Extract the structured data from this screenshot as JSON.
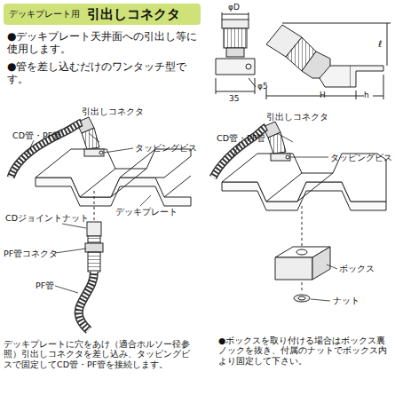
{
  "diagram": {
    "title": "引出しコネクタ",
    "labels": [
      "デッキプレート用",
      "●デッキプレート天井面への引出し等に使用します。",
      "●管を差し込むだけのワンタッチ型です。",
      "φD",
      "φ5",
      "35",
      "H",
      "h",
      "ℓ",
      "CD管・PF管",
      "引出しコネクタ",
      "タッピングビス",
      "デッキプレート",
      "CDジョイントナット",
      "PF管コネクタ",
      "PF管",
      "デッキプレートに穴をあけ（適合ホルソー径参照）引出しコネクタを差し込み、タッピングビスで固定してCD管・PF管を接続します。",
      "CD管・PF管",
      "引出しコネクタ",
      "タッピングビス",
      "ボックス",
      "ナット",
      "●ボックスを取り付ける場合はボックス裏ノックを抜き、付属のナットでボックス内より固定して下さい。"
    ]
  }
}
